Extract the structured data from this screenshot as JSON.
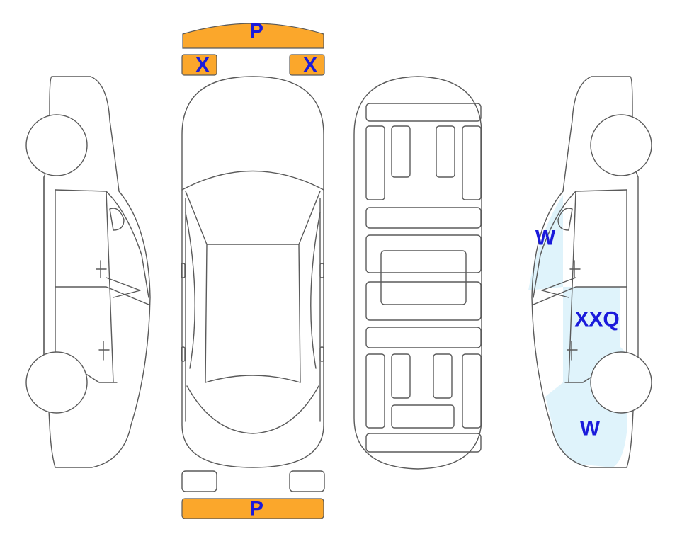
{
  "colors": {
    "highlight_bumper": "#fba72b",
    "highlight_panel": "#dff3fb",
    "code_text": "#1a1adb",
    "outline": "#5a5a5a"
  },
  "marks": {
    "front_bumper": "P",
    "left_headlight": "X",
    "right_headlight": "X",
    "rear_bumper": "P",
    "right_front_fender": "W",
    "right_rear_door": "XXQ",
    "right_rear_quarter": "W"
  }
}
